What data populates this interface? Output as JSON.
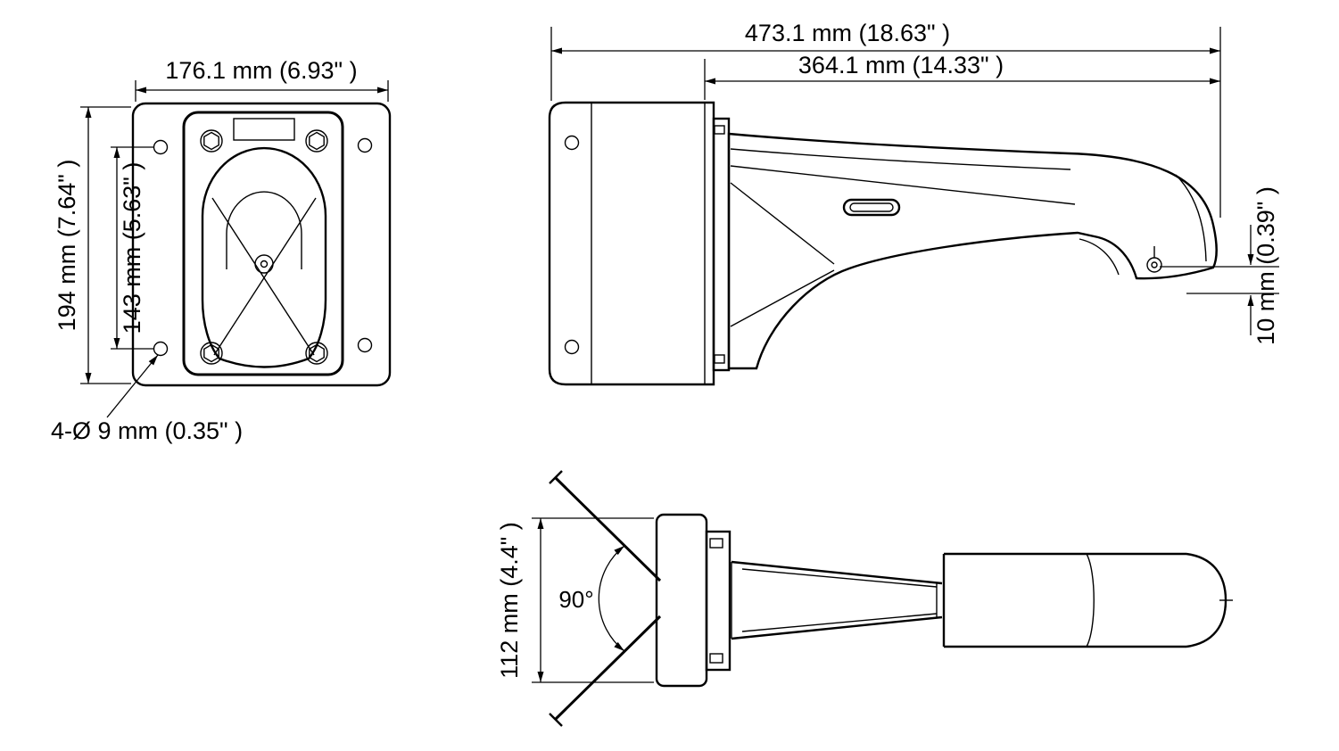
{
  "drawing": {
    "kind": "camera wall-mount bracket dimensional drawing",
    "views": {
      "front": {
        "dim_width": "176.1 mm (6.93\" )",
        "dim_height": "194 mm (7.64\" )",
        "dim_hole_spacing": "143 mm (5.63\" )",
        "holes_note": "4-Ø 9 mm (0.35\" )"
      },
      "side": {
        "dim_total_length": "473.1 mm (18.63\" )",
        "dim_arm_length": "364.1 mm (14.33\" )",
        "dim_offset": "10 mm (0.39\" )"
      },
      "top": {
        "dim_angle": "90°",
        "dim_depth": "112 mm (4.4\" )"
      }
    },
    "colors": {
      "line": "#000000",
      "background": "#ffffff"
    }
  }
}
